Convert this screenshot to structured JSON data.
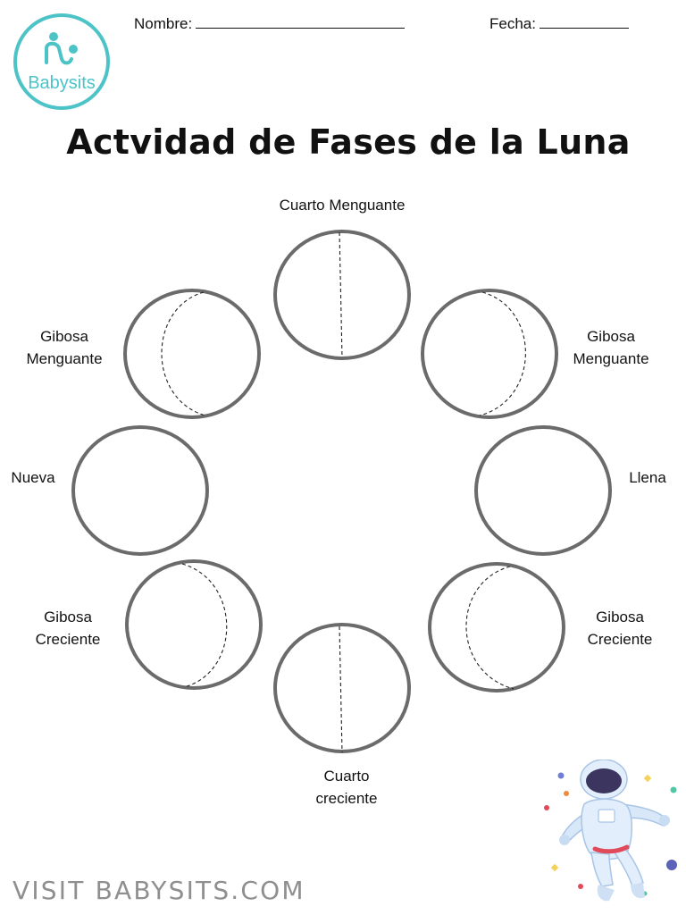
{
  "header": {
    "logo_text": "Babysits",
    "name_label": "Nombre:",
    "date_label": "Fecha:"
  },
  "title": "Actvidad de Fases de la Luna",
  "phases": [
    {
      "id": "top",
      "line1": "Cuarto Menguante",
      "line2": ""
    },
    {
      "id": "upper-left",
      "line1": "Gibosa",
      "line2": "Menguante"
    },
    {
      "id": "upper-right",
      "line1": "Gibosa",
      "line2": "Menguante"
    },
    {
      "id": "left",
      "line1": "Nueva",
      "line2": ""
    },
    {
      "id": "right",
      "line1": "Llena",
      "line2": ""
    },
    {
      "id": "lower-left",
      "line1": "Gibosa",
      "line2": "Creciente"
    },
    {
      "id": "lower-right",
      "line1": "Gibosa",
      "line2": "Creciente"
    },
    {
      "id": "bottom",
      "line1": "Cuarto",
      "line2": "creciente"
    }
  ],
  "footer": "VISIT BABYSITS.COM",
  "colors": {
    "logo_teal": "#4cc3c7",
    "moon_stroke": "#6b6b6b",
    "footer_gray": "#8f8f8f"
  },
  "icons": [
    "babysits-logo",
    "astronaut-illustration"
  ]
}
